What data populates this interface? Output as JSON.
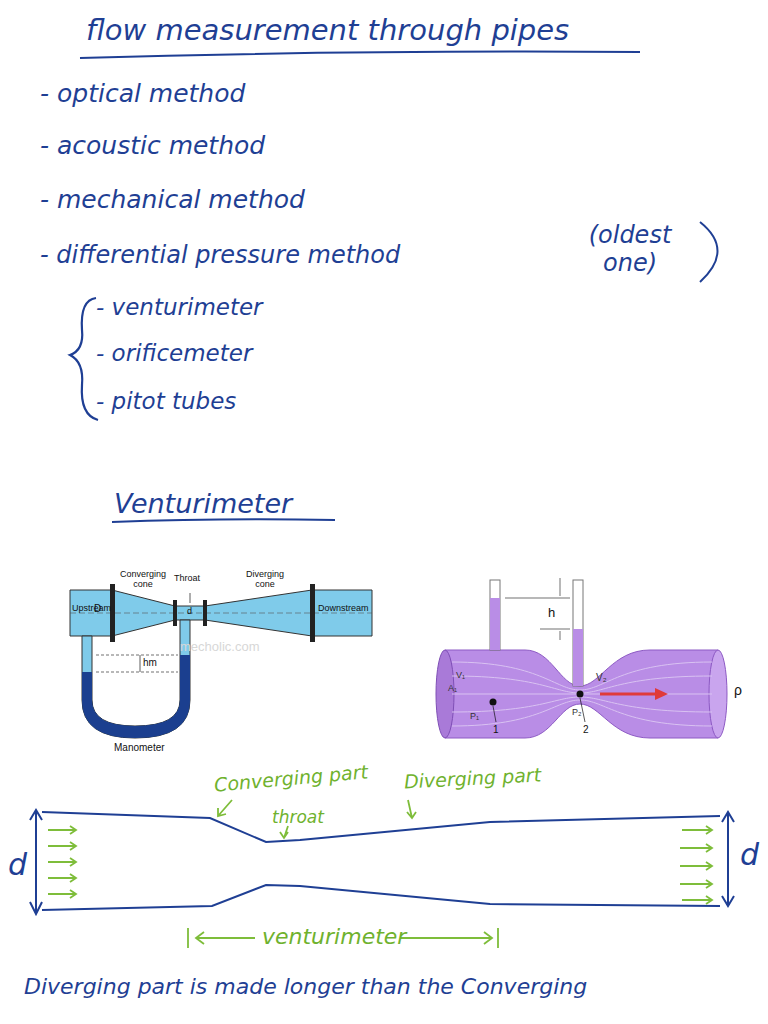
{
  "diagram": {
    "title": "flow measurement through pipes",
    "labels": [
      "- optical method",
      "- acoustic method",
      "- mechanical method",
      "- differential pressure method",
      "(oldest one)",
      "- venturimeter",
      "- orificemeter",
      "- pitot tubes",
      "Venturimeter",
      "Converging cone",
      "Throat",
      "Diverging cone",
      "Upstream",
      "Downstream",
      "D",
      "d",
      "hm",
      "Manometer",
      "mecholic.com",
      "h",
      "V₁",
      "A₁",
      "P₁",
      "V₂",
      "P₂",
      "ρ",
      "1",
      "2",
      "Converging part",
      "throat",
      "Diverging part",
      "d",
      "d",
      "venturimeter",
      "Diverging part is made longer than the Converging"
    ]
  }
}
